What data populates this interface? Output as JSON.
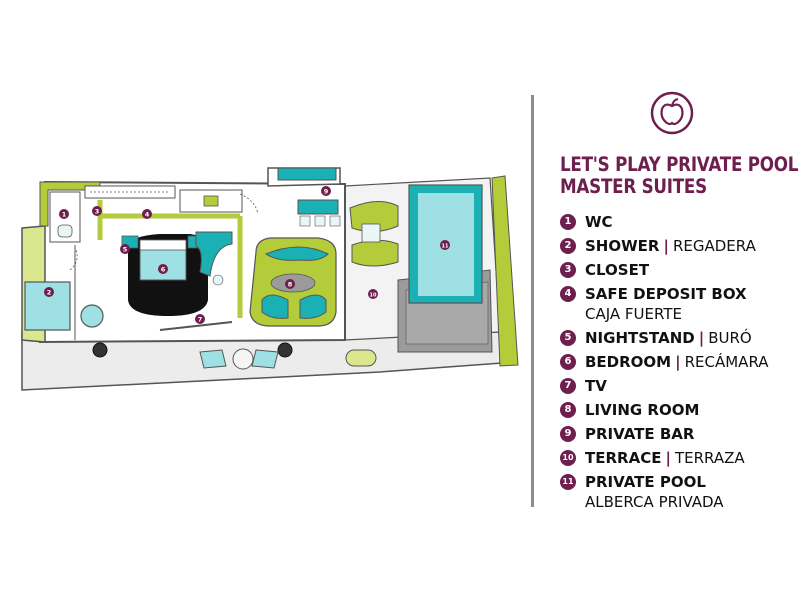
{
  "title": {
    "line1": "LET'S PLAY PRIVATE POOL",
    "line2": "MASTER SUITES"
  },
  "colors": {
    "brand": "#6e1f4d",
    "teal": "#1bb0b4",
    "lime": "#b5cc3a",
    "aqua": "#9fe0e4"
  },
  "legend": [
    {
      "num": "1",
      "main": "WC"
    },
    {
      "num": "2",
      "main": "SHOWER",
      "alt": "REGADERA"
    },
    {
      "num": "3",
      "main": "CLOSET"
    },
    {
      "num": "4",
      "main": "SAFE DEPOSIT BOX",
      "sub": "CAJA FUERTE"
    },
    {
      "num": "5",
      "main": "NIGHTSTAND",
      "alt": "BURÓ"
    },
    {
      "num": "6",
      "main": "BEDROOM",
      "alt": "RECÁMARA"
    },
    {
      "num": "7",
      "main": "TV"
    },
    {
      "num": "8",
      "main": "LIVING ROOM"
    },
    {
      "num": "9",
      "main": "PRIVATE BAR"
    },
    {
      "num": "10",
      "main": "TERRACE",
      "alt": "TERRAZA"
    },
    {
      "num": "11",
      "main": "PRIVATE POOL",
      "sub": "ALBERCA PRIVADA"
    }
  ],
  "sep": "|",
  "plan_markers": [
    "1",
    "2",
    "3",
    "4",
    "5",
    "6",
    "7",
    "8",
    "9",
    "10",
    "11"
  ]
}
